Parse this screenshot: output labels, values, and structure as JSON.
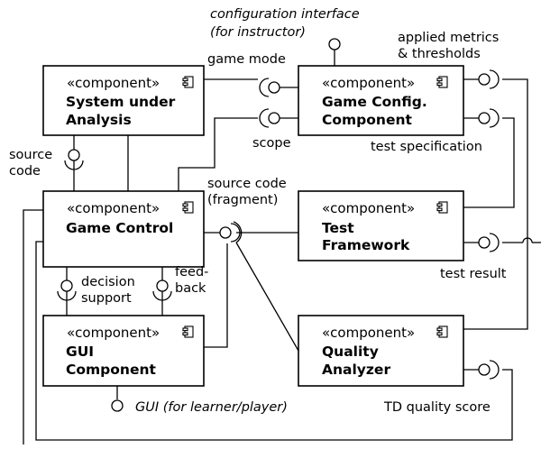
{
  "components": {
    "system_under_analysis": {
      "stereotype": "«component»",
      "name_line1": "System under",
      "name_line2": "Analysis"
    },
    "game_config": {
      "stereotype": "«component»",
      "name_line1": "Game Config.",
      "name_line2": "Component"
    },
    "game_control": {
      "stereotype": "«component»",
      "name_line1": "Game Control"
    },
    "test_framework": {
      "stereotype": "«component»",
      "name_line1": "Test",
      "name_line2": "Framework"
    },
    "gui_component": {
      "stereotype": "«component»",
      "name_line1": "GUI",
      "name_line2": "Component"
    },
    "quality_analyzer": {
      "stereotype": "«component»",
      "name_line1": "Quality",
      "name_line2": "Analyzer"
    }
  },
  "labels": {
    "config_interface_line1": "configuration interface",
    "config_interface_line2": "(for instructor)",
    "applied_metrics_line1": "applied metrics",
    "applied_metrics_line2": "& thresholds",
    "game_mode": "game mode",
    "scope": "scope",
    "test_specification": "test specification",
    "source_code_line1": "source",
    "source_code_line2": "code",
    "source_code_fragment_line1": "source code",
    "source_code_fragment_line2": "(fragment)",
    "decision_support_line1": "decision",
    "decision_support_line2": "support",
    "feedback_line1": "feed-",
    "feedback_line2": "back",
    "test_result": "test result",
    "gui_interface": "GUI (for learner/player)",
    "td_quality_score": "TD quality score"
  }
}
